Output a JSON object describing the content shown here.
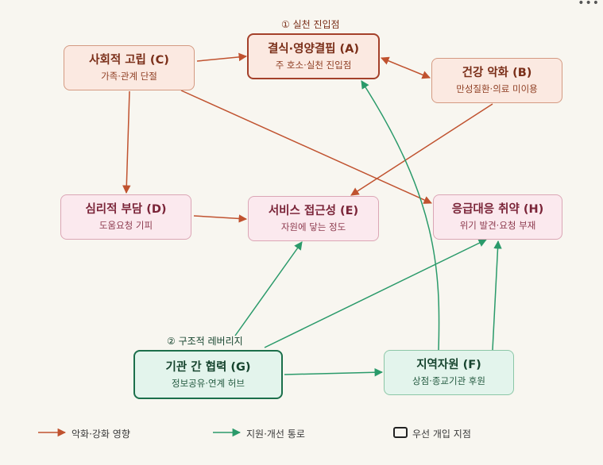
{
  "nodes": {
    "A": {
      "title": "결식·영양결핍 (A)",
      "sub": "주 호소·실천 진입점"
    },
    "B": {
      "title": "건강 악화 (B)",
      "sub": "만성질환·의료 미이용"
    },
    "C": {
      "title": "사회적 고립 (C)",
      "sub": "가족·관계 단절"
    },
    "D": {
      "title": "심리적 부담 (D)",
      "sub": "도움요청 기피"
    },
    "E": {
      "title": "서비스 접근성 (E)",
      "sub": "자원에 닿는 정도"
    },
    "H": {
      "title": "응급대응 취약 (H)",
      "sub": "위기 발견·요청 부재"
    },
    "G": {
      "title": "기관 간 협력 (G)",
      "sub": "정보공유·연계 허브"
    },
    "F": {
      "title": "지역자원 (F)",
      "sub": "상점·종교기관 후원"
    }
  },
  "annotations": {
    "entry": "① 실천 진입점",
    "leverage": "② 구조적 레버리지"
  },
  "legend": {
    "warm": "악화·강화 영향",
    "green": "지원·개선 통로",
    "priority": "우선 개입 지점"
  },
  "colors": {
    "warm_arrow": "#c0522f",
    "green_arrow": "#2a9a6a"
  },
  "menu_icon": "more-horizontal-icon"
}
